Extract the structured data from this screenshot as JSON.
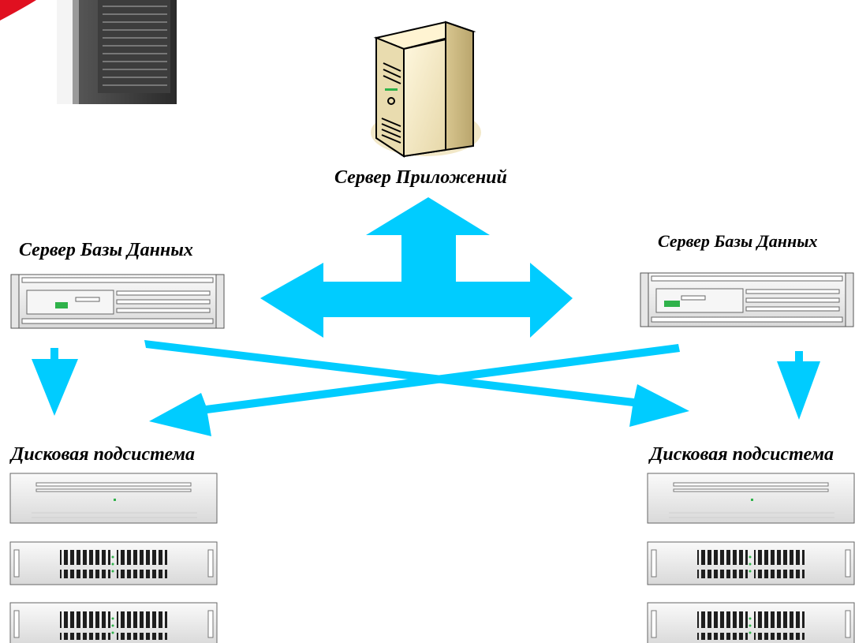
{
  "labels": {
    "app_server": "Сервер Приложений",
    "db_server_left": "Сервер Базы Данных",
    "db_server_right": "Сервер Базы Данных",
    "disk_left": "Дисковая подсистема",
    "disk_right": "Дисковая подсистема"
  },
  "colors": {
    "arrow": "#00ccff",
    "accent_red": "#e01020",
    "rack_face": "#f0f0f0",
    "tower_dark": "#3a3a3a",
    "tower_beige": "#f3e9c6",
    "led_green": "#2fb24a"
  }
}
